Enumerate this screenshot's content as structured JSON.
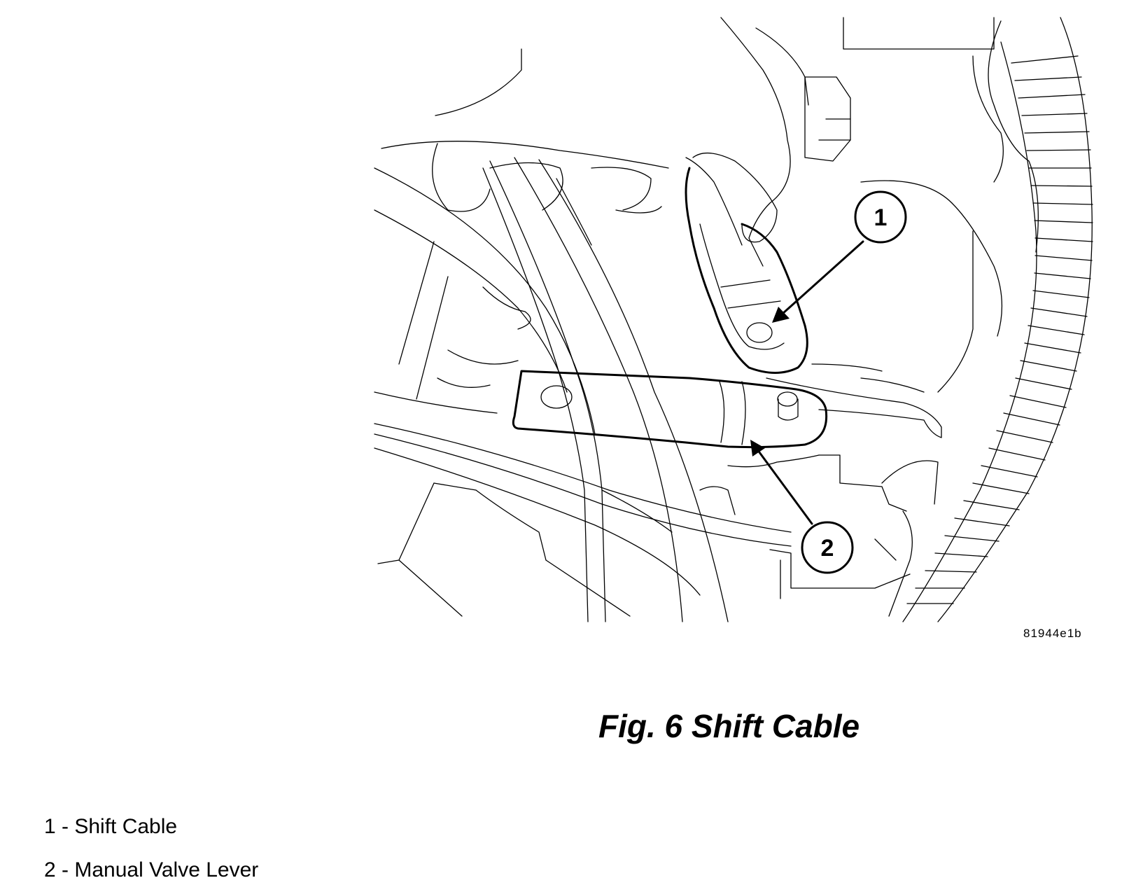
{
  "figure": {
    "ref_code": "81944e1b",
    "caption": "Fig. 6 Shift Cable",
    "callouts": [
      {
        "number": "1"
      },
      {
        "number": "2"
      }
    ]
  },
  "legend": {
    "items": [
      {
        "label": "1 - Shift Cable"
      },
      {
        "label": "2 - Manual Valve Lever"
      }
    ]
  }
}
